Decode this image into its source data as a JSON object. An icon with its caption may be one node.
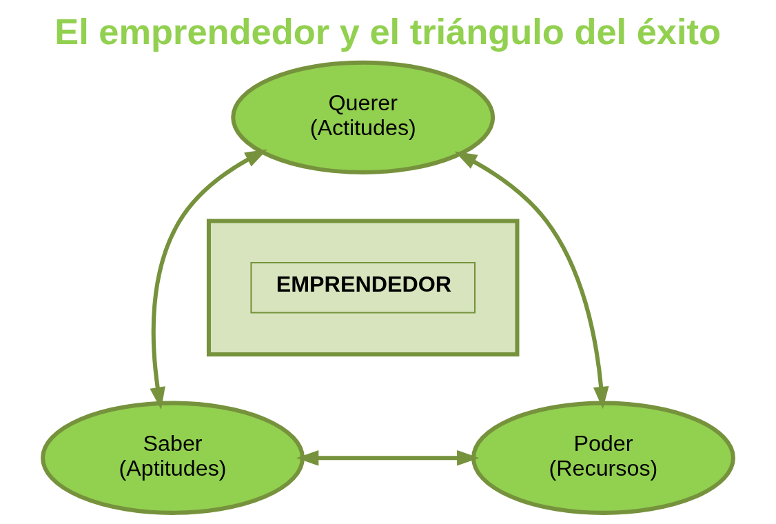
{
  "diagram": {
    "title": "El emprendedor y el triángulo del éxito",
    "nodes": [
      {
        "text": [
          "Querer",
          "(Actitudes)"
        ]
      },
      {
        "text": [],
        "shape": "triangle"
      },
      {
        "text": [
          "EMPRENDEDOR"
        ],
        "in": 1
      },
      {
        "text": [
          "Saber",
          "(Aptitudes)"
        ]
      },
      {
        "text": [
          "Poder",
          "(Recursos)"
        ]
      }
    ],
    "edges": [
      {
        "from": 3,
        "to": 0,
        "arrow": "both"
      },
      {
        "from": 0,
        "to": 4,
        "arrow": "both"
      },
      {
        "from": 3,
        "to": 4,
        "arrow": "both"
      }
    ]
  }
}
